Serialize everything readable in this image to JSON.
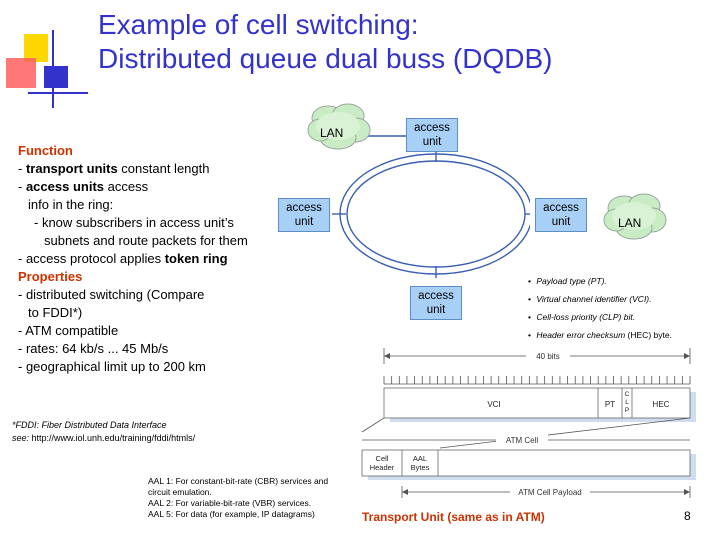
{
  "title": {
    "line1": "Example of cell switching:",
    "line2": "Distributed queue dual buss (DQDB)"
  },
  "left": {
    "function_heading": "Function",
    "l1_prefix": "- ",
    "l1_bold": "transport units",
    "l1_rest": " constant length",
    "l2_prefix": "- ",
    "l2_bold": "access units",
    "l2_rest": " access",
    "l3": "info in the ring:",
    "l4": "- know subscribers in access unit’s",
    "l5": "subnets and route packets for them",
    "l6_prefix": "- access protocol applies ",
    "l6_bold": "token ring",
    "properties_heading": "Properties",
    "p1": "- distributed switching (Compare",
    "p2": "to FDDI*)",
    "p3": "- ATM compatible",
    "p4": "- rates: 64 kb/s ... 45 Mb/s",
    "p5": "- geographical limit up to 200 km"
  },
  "footnote": {
    "line1": "*FDDI: Fiber Distributed Data Interface",
    "see_label": "see:",
    "url": " http://www.iol.unh.edu/training/fddi/htmls/"
  },
  "ring": {
    "access_unit_top": "access\nunit",
    "access_unit_left": "access\nunit",
    "access_unit_right": "access\nunit",
    "access_unit_bottom": "access\nunit",
    "lan_top": "LAN",
    "lan_right": "LAN"
  },
  "bullets": [
    {
      "label": "Payload type (PT).",
      "suffix": ""
    },
    {
      "label": "Virtual channel identifier (VCI).",
      "suffix": ""
    },
    {
      "label": "Cell-loss priority (CLP) bit.",
      "suffix": ""
    },
    {
      "label": "Header error checksum ",
      "suffix": "(HEC) byte."
    }
  ],
  "atm": {
    "bits_label": "40 bits",
    "vci": "VCI",
    "pt": "PT",
    "clp": "C\nL\nP",
    "hec": "HEC",
    "atm_cell": "ATM Cell",
    "cell_header": "Cell\nHeader",
    "aal_bytes": "AAL\nBytes",
    "payload": "ATM Cell Payload"
  },
  "aal": {
    "a1": "AAL 1: For constant-bit-rate (CBR) services and",
    "a1b": "circuit emulation.",
    "a2": "AAL 2: For variable-bit-rate (VBR) services.",
    "a5": "AAL 5: For data (for example, IP datagrams)"
  },
  "transport_caption": "Transport Unit (same as in ATM)",
  "page_number": "8",
  "colors": {
    "title": "#3333cc",
    "heading": "#cc3300",
    "access_unit_fill": "#a8cff5",
    "ring": "#3a5fb0"
  }
}
